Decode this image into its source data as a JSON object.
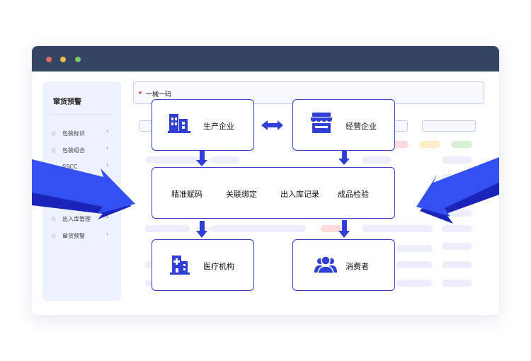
{
  "colors": {
    "titlebar": "#344563",
    "accent": "#2f3fd6",
    "arrow_fill": "#3350f2",
    "arrow_shadow": "#1a24b8",
    "sidebar_bg": "#eef2fd"
  },
  "sidebar": {
    "title": "窜货预警",
    "items": [
      {
        "label": "包装标识",
        "chevron": "›"
      },
      {
        "label": "包装组合",
        "chevron": "›"
      },
      {
        "label": "SSCC",
        "chevron": "›"
      },
      {
        "label": "",
        "chevron": ""
      },
      {
        "label": "出入库管理",
        "chevron": "›"
      },
      {
        "label": "窜货预警",
        "chevron": "›"
      }
    ]
  },
  "search": {
    "text": "一械一码"
  },
  "flow": {
    "producer": {
      "label": "生产企业",
      "icon": "building-icon"
    },
    "distributor": {
      "label": "经营企业",
      "icon": "shop-icon"
    },
    "process": [
      "精准赋码",
      "关联绑定",
      "出入库记录",
      "成品检验"
    ],
    "hospital": {
      "label": "医疗机构",
      "icon": "hospital-icon"
    },
    "consumer": {
      "label": "消费者",
      "icon": "users-icon"
    }
  }
}
